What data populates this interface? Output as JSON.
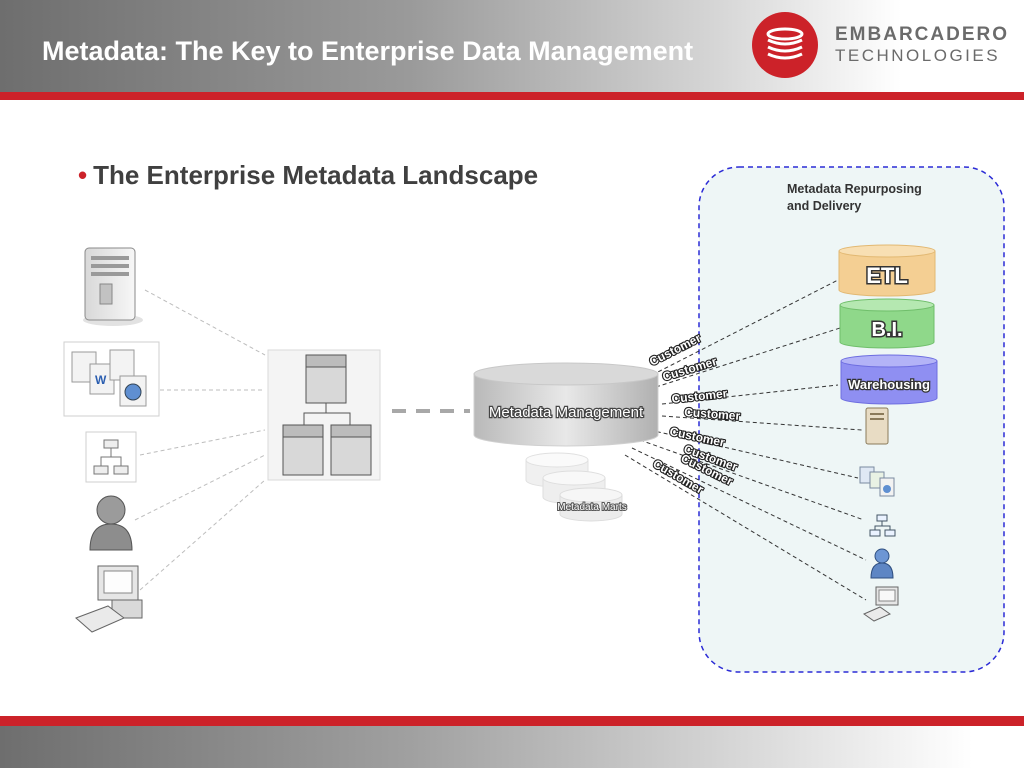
{
  "header": {
    "title": "Metadata: The Key to Enterprise Data Management"
  },
  "logo": {
    "line1": "EMBARCADERO",
    "line2": "TECHNOLOGIES"
  },
  "bullet": {
    "text": "The Enterprise Metadata Landscape"
  },
  "diagram": {
    "center_label": "Metadata Management",
    "marts_label": "Metadata Marts",
    "repurpose_line1": "Metadata Repurposing",
    "repurpose_line2": "and Delivery",
    "etl_label": "ETL",
    "bi_label": "B.I.",
    "warehousing_label": "Warehousing",
    "connector_label": "Customer",
    "colors": {
      "accent_red": "#cc2229",
      "etl": "#f4cf93",
      "bi": "#8fd88a",
      "warehousing": "#8f8ff2",
      "panel_border": "#2b2bd6",
      "panel_fill": "#eef6f6"
    }
  }
}
